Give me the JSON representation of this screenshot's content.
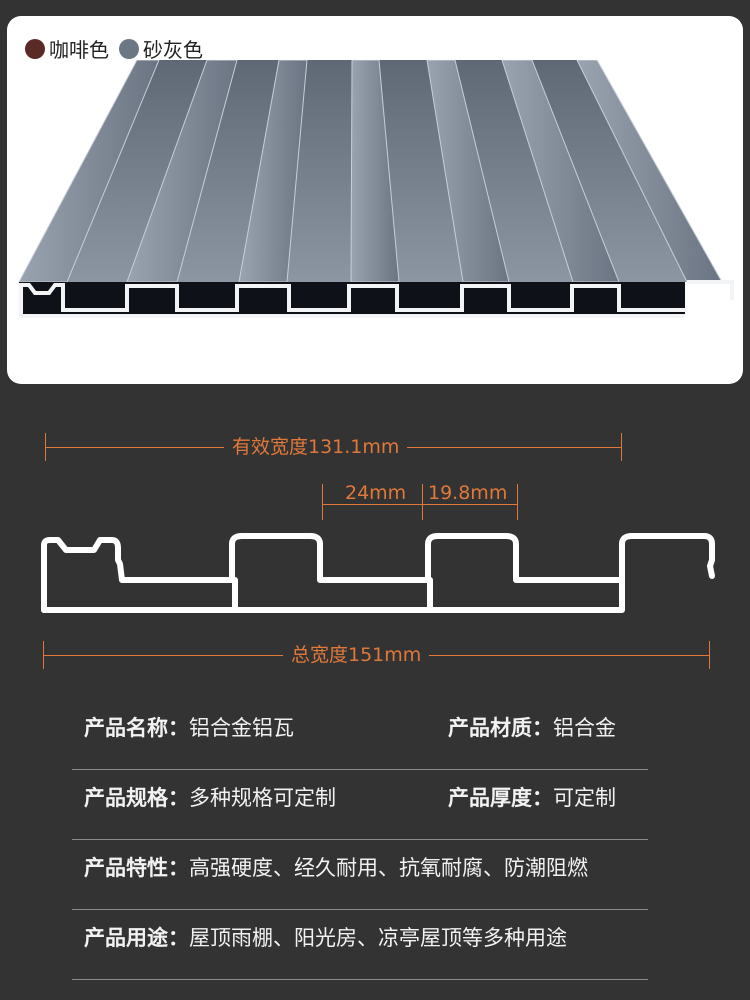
{
  "color_options": [
    {
      "label": "咖啡色",
      "color": "#5a2a26"
    },
    {
      "label": "砂灰色",
      "color": "#6c7784"
    }
  ],
  "dimensions": {
    "effective_width": "有效宽度131.1mm",
    "rib_top": "24mm",
    "rib_gap": "19.8mm",
    "total_width": "总宽度151mm"
  },
  "colors": {
    "background": "#333333",
    "accent": "#e0783a",
    "panel": "#6f7a88"
  },
  "specs": [
    [
      {
        "key": "产品名称：",
        "value": "铝合金铝瓦"
      },
      {
        "key": "产品材质：",
        "value": "铝合金"
      }
    ],
    [
      {
        "key": "产品规格：",
        "value": "多种规格可定制"
      },
      {
        "key": "产品厚度：",
        "value": "可定制"
      }
    ],
    [
      {
        "key": "产品特性：",
        "value": "高强硬度、经久耐用、抗氧耐腐、防潮阻燃"
      }
    ],
    [
      {
        "key": "产品用途：",
        "value": "屋顶雨棚、阳光房、凉亭屋顶等多种用途"
      }
    ]
  ]
}
